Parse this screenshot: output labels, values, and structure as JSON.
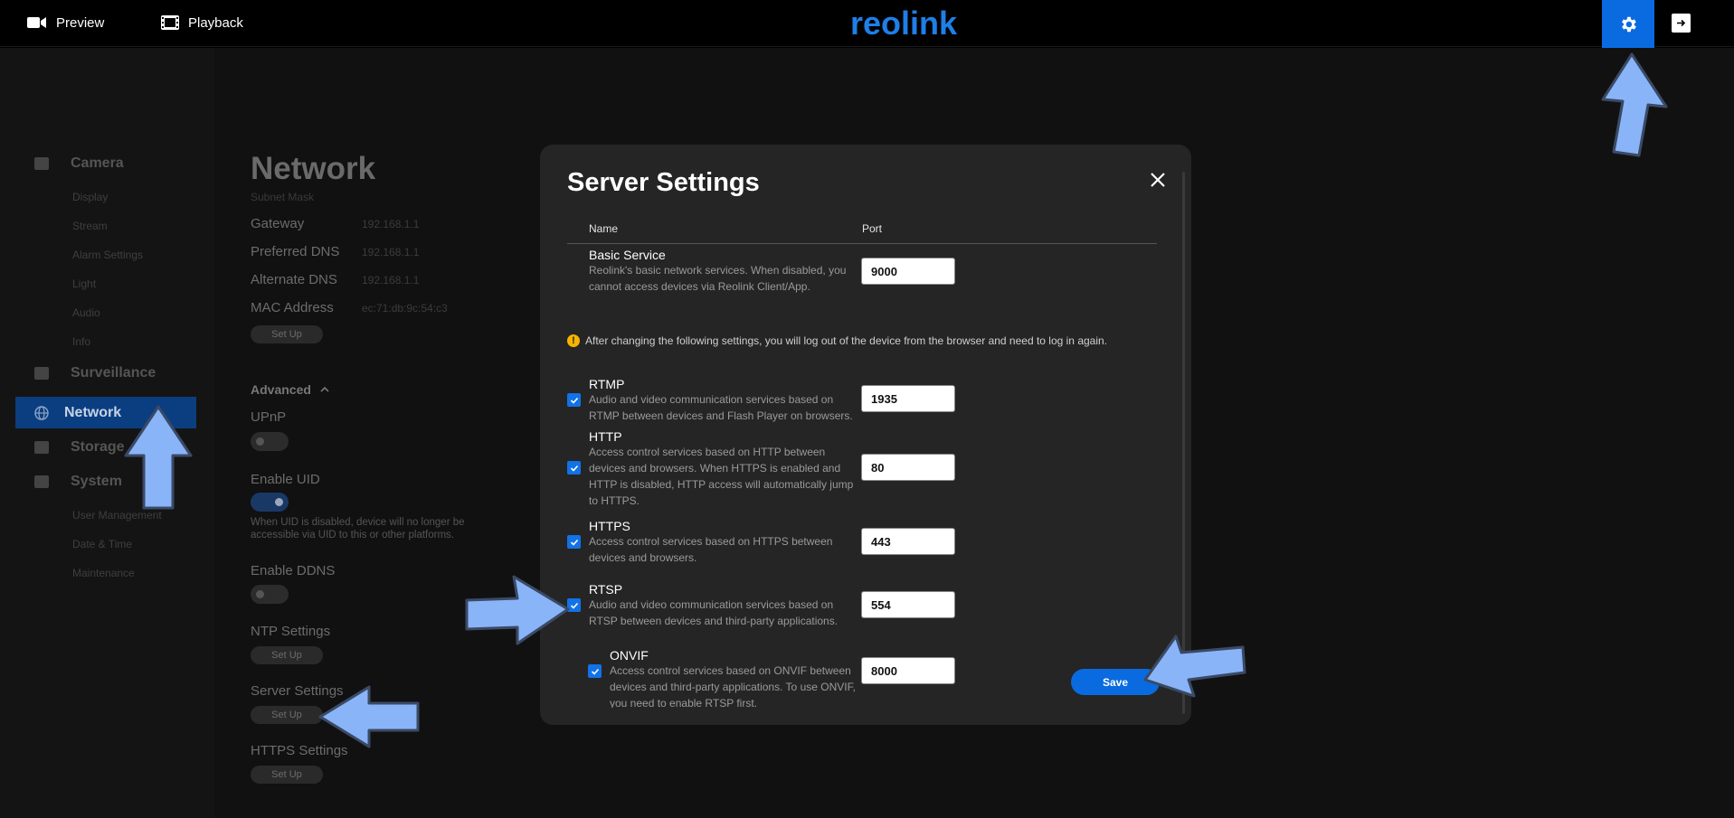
{
  "topbar": {
    "preview_label": "Preview",
    "playback_label": "Playback",
    "logo_text": "reolink"
  },
  "sidebar": {
    "groups": [
      {
        "label": "Camera",
        "icon": "camera-icon"
      },
      {
        "label": "Surveillance",
        "icon": "monitor-icon"
      },
      {
        "label": "Network",
        "icon": "globe-icon"
      },
      {
        "label": "Storage",
        "icon": "storage-icon"
      },
      {
        "label": "System",
        "icon": "gear-icon"
      }
    ],
    "camera_items": [
      "Display",
      "Stream",
      "Alarm Settings",
      "Light",
      "Audio",
      "Info"
    ],
    "system_items": [
      "User Management",
      "Date & Time",
      "Maintenance"
    ]
  },
  "network": {
    "title": "Network",
    "subnet_partial": "Subnet Mask",
    "fields": [
      {
        "label": "Gateway",
        "value": "192.168.1.1"
      },
      {
        "label": "Preferred DNS",
        "value": "192.168.1.1"
      },
      {
        "label": "Alternate DNS",
        "value": "192.168.1.1"
      },
      {
        "label": "MAC Address",
        "value": "ec:71:db:9c:54:c3"
      }
    ],
    "setup_label": "Set Up",
    "advanced_label": "Advanced",
    "upnp_label": "UPnP",
    "uid_label": "Enable UID",
    "uid_note": "When UID is disabled, device will no longer be accessible via UID to this or other platforms.",
    "ddns_label": "Enable DDNS",
    "ntp_label": "NTP Settings",
    "server_label": "Server Settings",
    "https_label": "HTTPS Settings"
  },
  "modal": {
    "title": "Server Settings",
    "col_name": "Name",
    "col_port": "Port",
    "basic": {
      "name": "Basic Service",
      "desc": "Reolink's basic network services. When disabled, you cannot access devices via Reolink Client/App.",
      "port": "9000"
    },
    "warning": "After changing the following settings, you will log out of the device from the browser and need to log in again.",
    "services": [
      {
        "name": "RTMP",
        "desc": "Audio and video communication services based on RTMP between devices and Flash Player on browsers.",
        "port": "1935",
        "checked": true
      },
      {
        "name": "HTTP",
        "desc": "Access control services based on HTTP between devices and browsers. When HTTPS is enabled and HTTP is disabled, HTTP access will automatically jump to HTTPS.",
        "port": "80",
        "checked": true
      },
      {
        "name": "HTTPS",
        "desc": "Access control services based on HTTPS between devices and browsers.",
        "port": "443",
        "checked": true
      },
      {
        "name": "RTSP",
        "desc": "Audio and video communication services based on RTSP between devices and third-party applications.",
        "port": "554",
        "checked": true
      },
      {
        "name": "ONVIF",
        "desc": "Access control services based on ONVIF between devices and third-party applications. To use ONVIF, you need to enable RTSP first.",
        "port": "8000",
        "checked": true
      }
    ],
    "save_label": "Save"
  },
  "colors": {
    "accent": "#0a6be0",
    "arrow": "#8ab4f8"
  }
}
